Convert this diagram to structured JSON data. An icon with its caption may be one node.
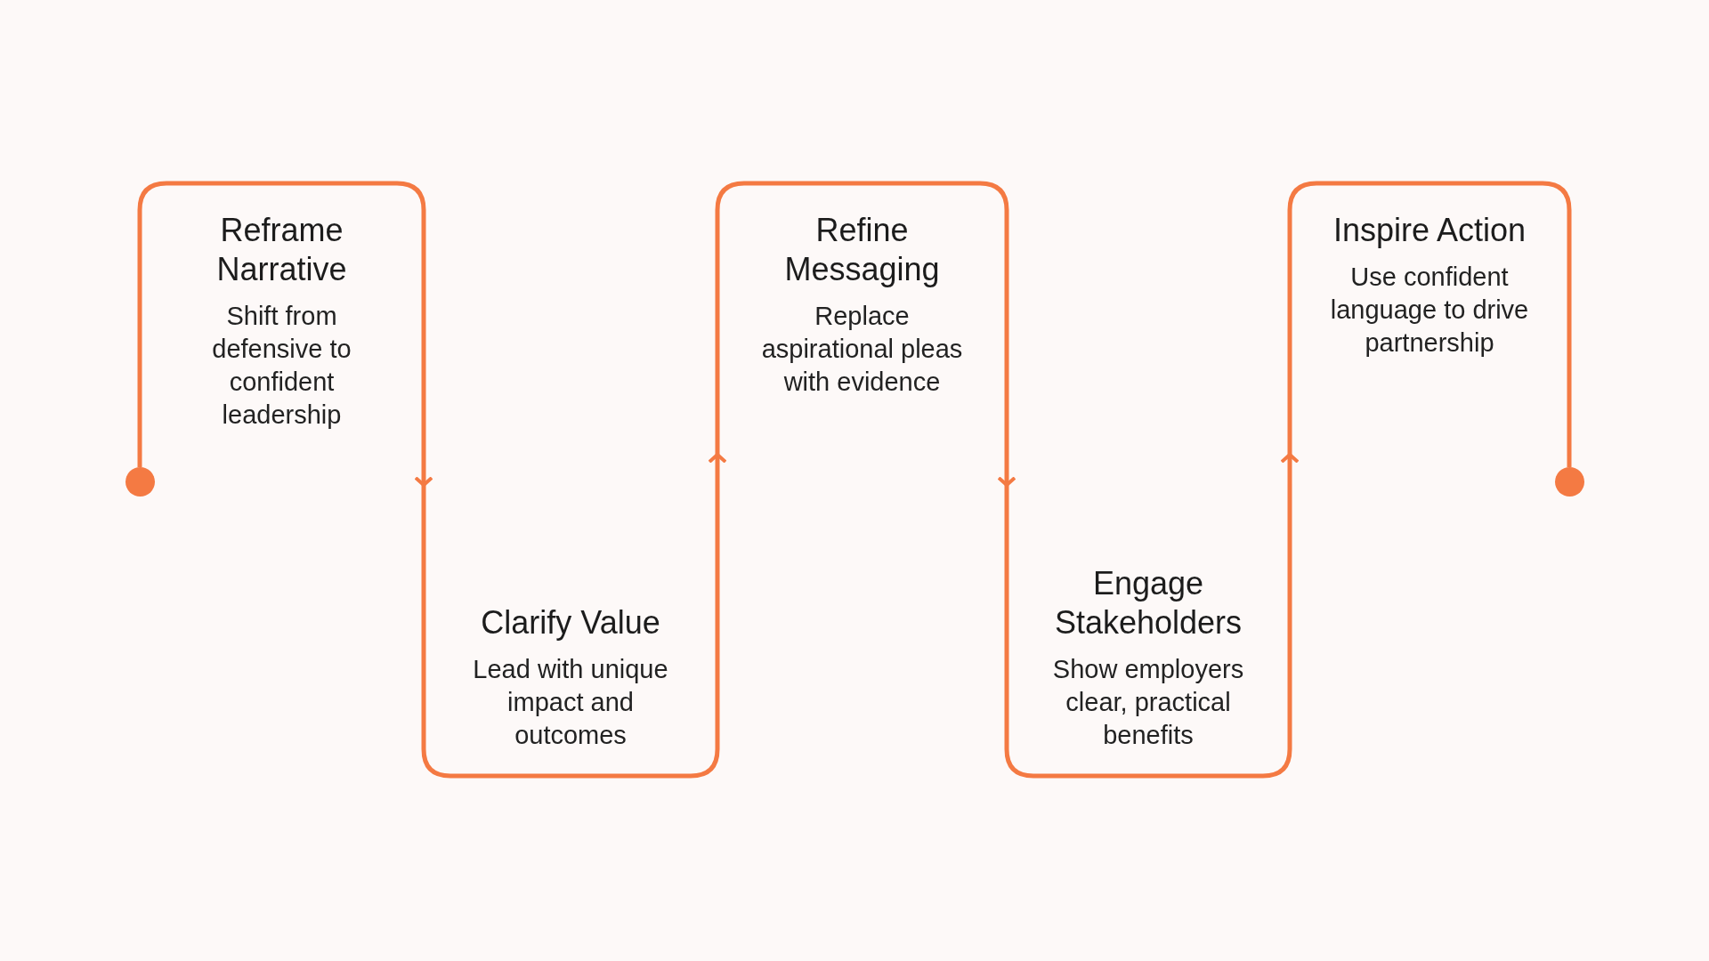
{
  "diagram": {
    "nodes": [
      {
        "text": [],
        "shape": "circle"
      },
      {
        "text": [
          "Reframe Narrative",
          "Shift from defensive to confident leadership"
        ]
      },
      {
        "text": [
          "Clarify Value",
          "Lead with unique impact and outcomes"
        ]
      },
      {
        "text": [
          "Refine Messaging",
          "Replace aspirational pleas with evidence"
        ]
      },
      {
        "text": [
          "Engage Stakeholders",
          "Show employers clear, practical benefits"
        ]
      },
      {
        "text": [
          "Inspire Action",
          "Use confident language to drive partnership"
        ]
      },
      {
        "text": [],
        "shape": "circle"
      }
    ],
    "edges": [
      {
        "from": 0,
        "to": 1,
        "arrow": "none"
      },
      {
        "from": 1,
        "to": 2,
        "arrow": "to"
      },
      {
        "from": 2,
        "to": 3,
        "arrow": "to"
      },
      {
        "from": 3,
        "to": 4,
        "arrow": "to"
      },
      {
        "from": 4,
        "to": 5,
        "arrow": "to"
      },
      {
        "from": 5,
        "to": 6,
        "arrow": "none"
      }
    ]
  }
}
